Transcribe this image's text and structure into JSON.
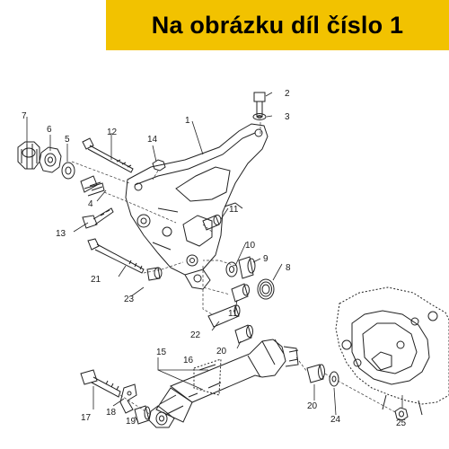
{
  "banner": {
    "text": "Na obrázku díl číslo 1",
    "color": "#f2c200"
  },
  "parts": [
    {
      "id": "p1",
      "number": "1"
    },
    {
      "id": "p2",
      "number": "2"
    },
    {
      "id": "p3",
      "number": "3"
    },
    {
      "id": "p4",
      "number": "4"
    },
    {
      "id": "p5",
      "number": "5"
    },
    {
      "id": "p6",
      "number": "6"
    },
    {
      "id": "p7",
      "number": "7"
    },
    {
      "id": "p8",
      "number": "8"
    },
    {
      "id": "p9",
      "number": "9"
    },
    {
      "id": "p10",
      "number": "10"
    },
    {
      "id": "p11a",
      "number": "11"
    },
    {
      "id": "p11b",
      "number": "11"
    },
    {
      "id": "p12",
      "number": "12"
    },
    {
      "id": "p13",
      "number": "13"
    },
    {
      "id": "p14",
      "number": "14"
    },
    {
      "id": "p15",
      "number": "15"
    },
    {
      "id": "p16",
      "number": "16"
    },
    {
      "id": "p17",
      "number": "17"
    },
    {
      "id": "p18",
      "number": "18"
    },
    {
      "id": "p19",
      "number": "19"
    },
    {
      "id": "p20a",
      "number": "20"
    },
    {
      "id": "p20b",
      "number": "20"
    },
    {
      "id": "p21",
      "number": "21"
    },
    {
      "id": "p22",
      "number": "22"
    },
    {
      "id": "p23",
      "number": "23"
    },
    {
      "id": "p24",
      "number": "24"
    },
    {
      "id": "p25",
      "number": "25"
    }
  ]
}
